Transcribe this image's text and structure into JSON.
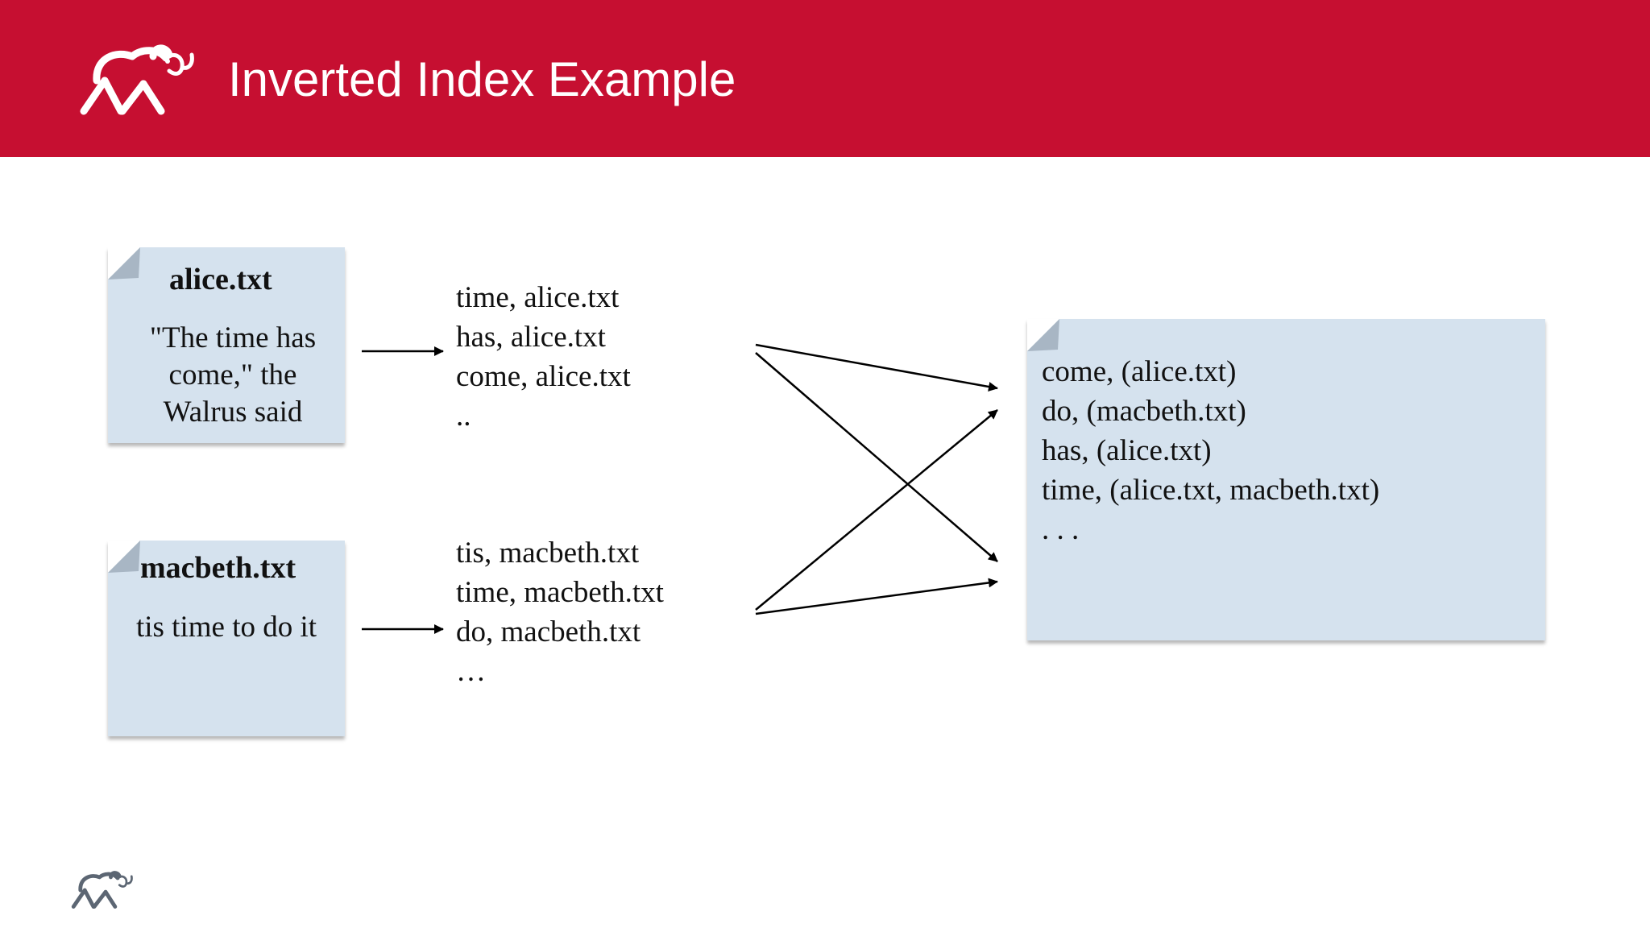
{
  "header": {
    "title": "Inverted Index Example"
  },
  "documents": [
    {
      "filename": "alice.txt",
      "content_lines": [
        "\"The time has",
        "come,\" the",
        "Walrus said"
      ]
    },
    {
      "filename": "macbeth.txt",
      "content_lines": [
        "tis time to do it"
      ]
    }
  ],
  "map_outputs": [
    {
      "lines": [
        "time, alice.txt",
        "has, alice.txt",
        "come, alice.txt",
        ".."
      ]
    },
    {
      "lines": [
        "tis, macbeth.txt",
        "time, macbeth.txt",
        "do, macbeth.txt",
        "…"
      ]
    }
  ],
  "index": {
    "lines": [
      "come, (alice.txt)",
      "do, (macbeth.txt)",
      "has, (alice.txt)",
      "time, (alice.txt, macbeth.txt)",
      ". . ."
    ]
  },
  "colors": {
    "header_bg": "#c60f31",
    "note_bg": "#d5e2ee",
    "fold": "#a8b6c4"
  },
  "icons": {
    "header_logo": "elephant-logo-icon",
    "footer_logo": "elephant-logo-icon"
  }
}
